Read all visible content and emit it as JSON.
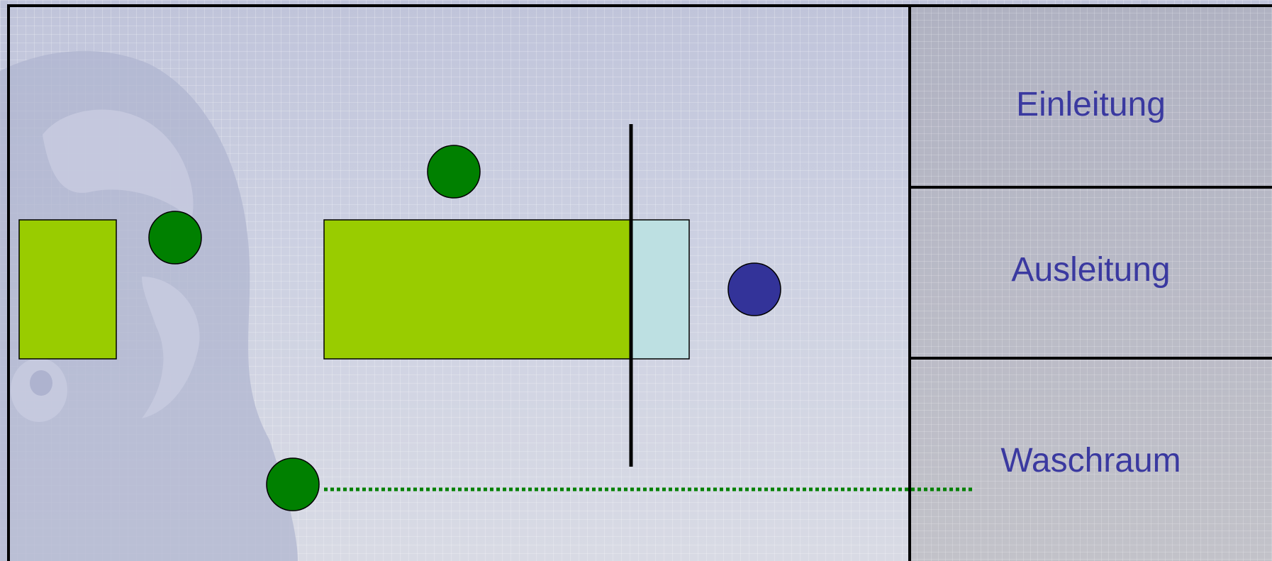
{
  "rooms": {
    "einleitung": "Einleitung",
    "ausleitung": "Ausleitung",
    "waschraum": "Waschraum"
  },
  "colors": {
    "table_green": "#99cc00",
    "zone_cyan": "#bde0e2",
    "person_green": "#008000",
    "person_blue": "#333399",
    "label_blue": "#3a39a0",
    "dotted_line": "#008000"
  },
  "icons": {
    "watermark": "head-silhouette-watermark"
  }
}
